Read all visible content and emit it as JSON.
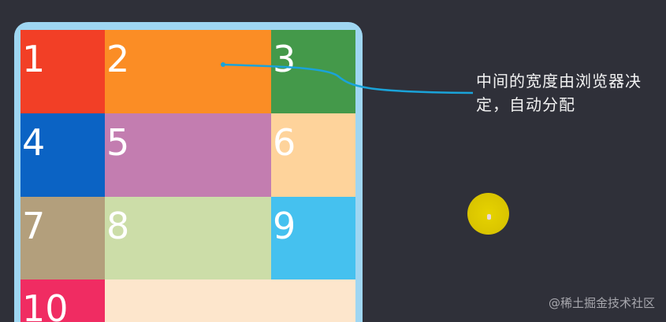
{
  "grid": {
    "cells": [
      {
        "label": "1",
        "color": "#f23f26"
      },
      {
        "label": "2",
        "color": "#fb8d25"
      },
      {
        "label": "3",
        "color": "#44994a"
      },
      {
        "label": "4",
        "color": "#0b63c4"
      },
      {
        "label": "5",
        "color": "#c37db0"
      },
      {
        "label": "6",
        "color": "#fed39b"
      },
      {
        "label": "7",
        "color": "#b39f7c"
      },
      {
        "label": "8",
        "color": "#ccdda8"
      },
      {
        "label": "9",
        "color": "#45c1ef"
      },
      {
        "label": "10",
        "color": "#f02c62"
      },
      {
        "label": "",
        "color": "#fde6cc"
      }
    ],
    "frame_color": "#9fd6f2"
  },
  "annotation": {
    "text": "中间的宽度由浏览器决定，自动分配",
    "line_color": "#1aa3d9"
  },
  "cursor": {
    "icon": "cursor-highlight-icon",
    "color": "#e0cc00"
  },
  "watermark": {
    "text": "@稀土掘金技术社区"
  }
}
